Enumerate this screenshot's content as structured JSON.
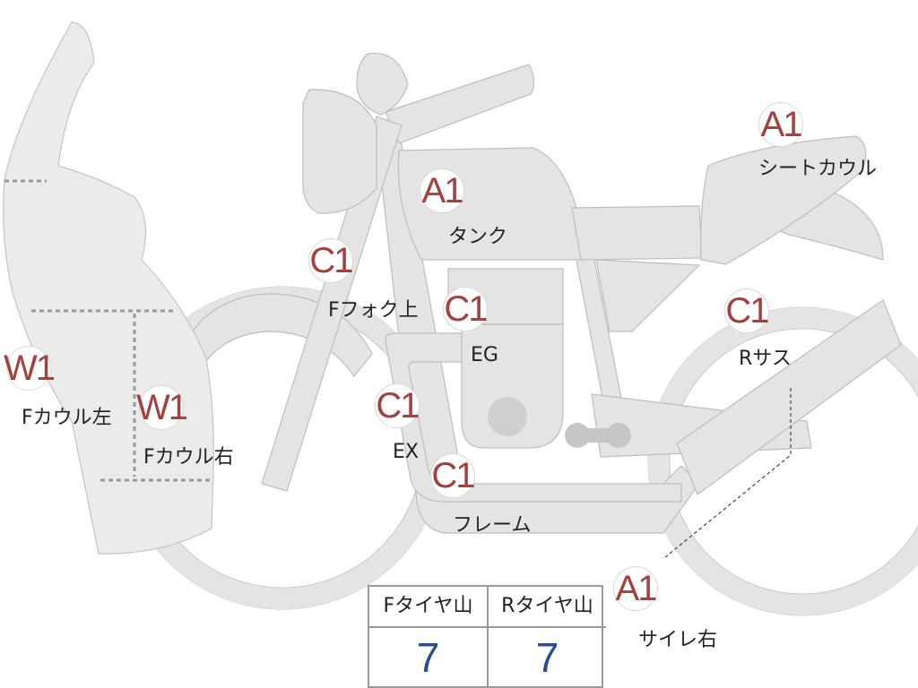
{
  "labels": {
    "seat_cowl": "シートカウル",
    "tank": "タンク",
    "f_fork_upper": "Fフォク上",
    "engine": "EG",
    "r_suspension": "Rサス",
    "exhaust": "EX",
    "frame": "フレーム",
    "f_cowl_left": "Fカウル左",
    "f_cowl_right": "Fカウル右",
    "silencer_right": "サイレ右"
  },
  "grades": {
    "seat_cowl": "A1",
    "tank": "A1",
    "f_fork_upper": "C1",
    "engine": "C1",
    "r_suspension": "C1",
    "exhaust": "C1",
    "frame": "C1",
    "f_cowl_left": "W1",
    "f_cowl_right": "W1",
    "silencer_right": "A1"
  },
  "tire_table": {
    "front_header": "Fタイヤ山",
    "rear_header": "Rタイヤ山",
    "front_value": "7",
    "rear_value": "7"
  },
  "colors": {
    "grade_text": "#a4403e",
    "value_text": "#2c4d93",
    "part_fill": "#e4e4e2"
  }
}
